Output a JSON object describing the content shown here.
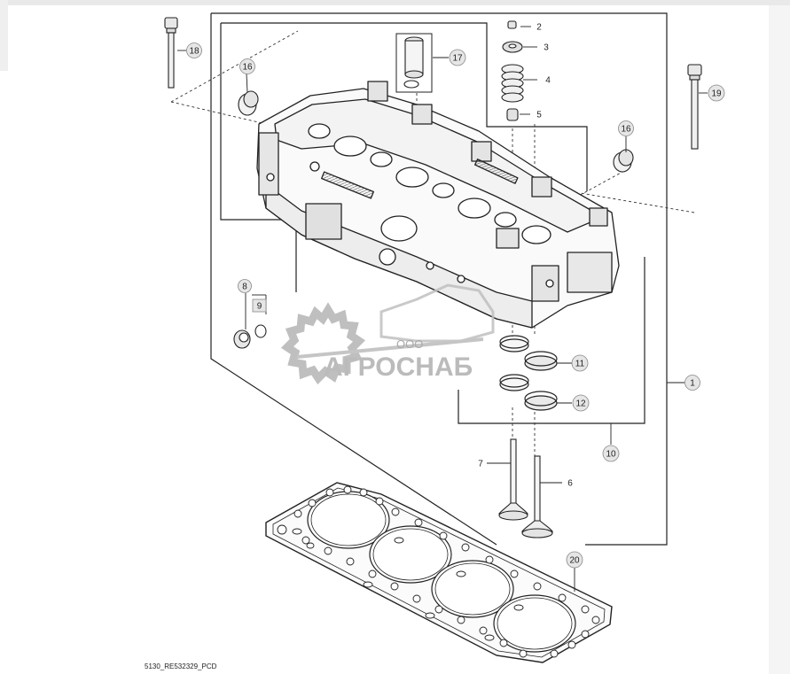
{
  "callouts": [
    {
      "id": "c1",
      "label": "1"
    },
    {
      "id": "c2",
      "label": "2"
    },
    {
      "id": "c3",
      "label": "3"
    },
    {
      "id": "c4",
      "label": "4"
    },
    {
      "id": "c5",
      "label": "5"
    },
    {
      "id": "c6",
      "label": "6"
    },
    {
      "id": "c7",
      "label": "7"
    },
    {
      "id": "c8",
      "label": "8"
    },
    {
      "id": "c9",
      "label": "9"
    },
    {
      "id": "c10",
      "label": "10"
    },
    {
      "id": "c11",
      "label": "11"
    },
    {
      "id": "c12",
      "label": "12"
    },
    {
      "id": "c16a",
      "label": "16"
    },
    {
      "id": "c16b",
      "label": "16"
    },
    {
      "id": "c17",
      "label": "17"
    },
    {
      "id": "c18a",
      "label": "18"
    },
    {
      "id": "c19",
      "label": "19"
    },
    {
      "id": "c20",
      "label": "20"
    }
  ],
  "watermark": {
    "prefix": "ООО",
    "brand": "АГРОСНАБ"
  },
  "footer": {
    "code": "5130_RE532329_PCD"
  },
  "colors": {
    "line": "#222222",
    "callout_fill": "#e6e6e6",
    "watermark": "#b0b0b0"
  }
}
